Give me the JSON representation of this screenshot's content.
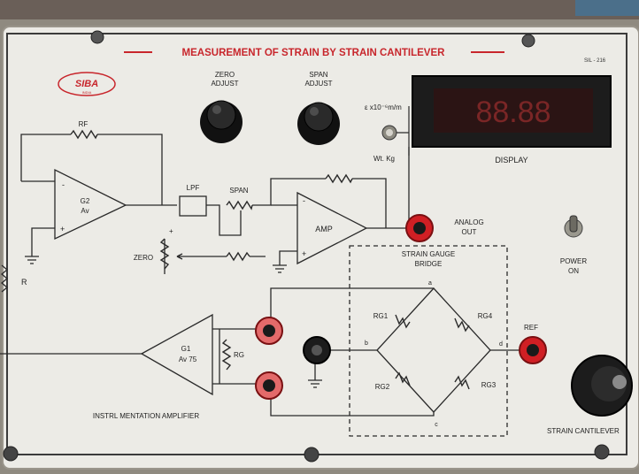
{
  "panel": {
    "title": "MEASUREMENT OF STRAIN BY STRAIN CANTILEVER",
    "model_code": "SIL - 216",
    "brand_logo": "SIBA",
    "brand_sub": "INDIA"
  },
  "knobs": {
    "zero_line1": "ZERO",
    "zero_line2": "ADJUST",
    "span_line1": "SPAN",
    "span_line2": "ADJUST"
  },
  "selector": {
    "top_label": "ε x10⁻⁶m/m",
    "bottom_label": "Wt. Kg"
  },
  "display": {
    "reading": "88.88",
    "label": "DISPLAY"
  },
  "circuit": {
    "rf": "RF",
    "g2_line1": "G2",
    "g2_line2": "Av",
    "lpf": "LPF",
    "span": "SPAN",
    "amp": "AMP",
    "zero": "ZERO",
    "r": "R",
    "plus": "+",
    "minus": "-",
    "analog_out_line1": "ANALOG",
    "analog_out_line2": "OUT",
    "power_line1": "POWER",
    "power_line2": "ON",
    "bridge_line1": "STRAIN GAUGE",
    "bridge_line2": "BRIDGE",
    "rg1": "RG1",
    "rg2": "RG2",
    "rg3": "RG3",
    "rg4": "RG4",
    "node_a": "a",
    "node_b": "b",
    "node_c": "c",
    "node_d": "d",
    "ref": "REF",
    "g1_line1": "G1",
    "g1_line2": "Av 75",
    "rg": "RG",
    "instr_amp": "INSTRL MENTATION AMPLIFIER",
    "strain_cantilever": "STRAIN CANTILEVER"
  },
  "colors": {
    "panel": "#ecebe6",
    "line": "#2a2a2a",
    "title_red": "#c8262c",
    "socket_red": "#d01f24",
    "display_bg": "#2b1414",
    "digit_red": "#7a2626"
  }
}
